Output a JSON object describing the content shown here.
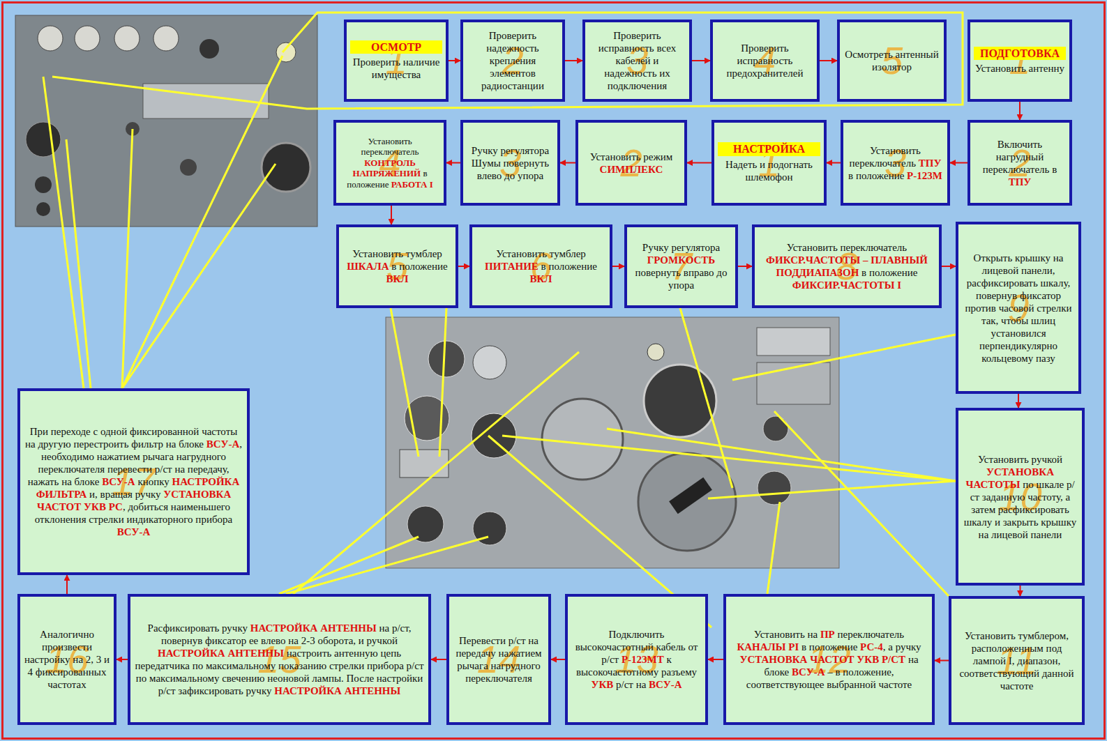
{
  "diagram": {
    "nodes": [
      {
        "text": [
          "ОСМОТР",
          "Проверить наличие имущества",
          "1"
        ]
      },
      {
        "text": [
          "Проверить надежность крепления элементов радиостанции",
          "2"
        ]
      },
      {
        "text": [
          "Проверить исправность всех кабелей и надежность их подключения",
          "3"
        ]
      },
      {
        "text": [
          "Проверить исправность предохранителей",
          "4"
        ]
      },
      {
        "text": [
          "Осмотреть антенный изолятор",
          "5"
        ]
      },
      {
        "text": [
          "ПОДГОТОВКА",
          "Установить антенну",
          "1"
        ]
      },
      {
        "text": [
          "Включить нагрудный переключатель в ТПУ",
          "2"
        ]
      },
      {
        "text": [
          "Установить переключатель ТПУ в положение Р-123М",
          "3"
        ]
      },
      {
        "text": [
          "НАСТРОЙКА",
          "Надеть и подогнать шлемофон",
          "1"
        ]
      },
      {
        "text": [
          "Установить режим СИМПЛЕКС",
          "2"
        ]
      },
      {
        "text": [
          "Ручку регулятора Шумы повернуть влево до упора",
          "3"
        ]
      },
      {
        "text": [
          "Установить переключатель КОНТРОЛЬ НАПРЯЖЕНИЙ в положение РАБОТА I",
          "4"
        ]
      },
      {
        "text": [
          "Установить тумблер ШКАЛА в положение ВКЛ",
          "5"
        ]
      },
      {
        "text": [
          "Установить тумблер ПИТАНИЕ в положение ВКЛ",
          "6"
        ]
      },
      {
        "text": [
          "Ручку регулятора ГРОМКОСТЬ повернуть вправо до упора",
          "7"
        ]
      },
      {
        "text": [
          "Установить переключатель ФИКСР.ЧАСТОТЫ – ПЛАВНЫЙ ПОДДИАПАЗОН в положение ФИКСИР.ЧАСТОТЫ I",
          "8"
        ]
      },
      {
        "text": [
          "Открыть крышку на лицевой панели, расфиксировать шкалу, повернув фиксатор против часовой стрелки так, чтобы шлиц установился перпендикулярно кольцевому пазу",
          "9"
        ]
      },
      {
        "text": [
          "Установить ручкой УСТАНОВКА ЧАСТОТЫ по шкале р/ст заданную частоту, а затем расфиксировать шкалу и закрыть крышку на лицевой панели",
          "10"
        ]
      },
      {
        "text": [
          "Установить тумблером, расположенным под лампой I, диапазон, соответствующий данной частоте",
          "11"
        ]
      },
      {
        "text": [
          "Установить на ПР переключатель КАНАЛЫ РI в положение РС-4, а ручку УСТАНОВКА ЧАСТОТ УКВ Р/СТ на блоке ВСУ-А – в положение, соответствующее выбранной частоте",
          "12"
        ]
      },
      {
        "text": [
          "Подключить высокочастотный кабель от р/ст Р-123МТ к высокочастотному разъему УКВ р/ст на ВСУ-А",
          "13"
        ]
      },
      {
        "text": [
          "Перевести р/ст на передачу нажатием рычага нагрудного переключателя",
          "14"
        ]
      },
      {
        "text": [
          "Расфиксировать ручку НАСТРОЙКА АНТЕННЫ на р/ст, повернув фиксатор ее влево на 2-3 оборота, и ручкой НАСТРОЙКА АНТЕННЫ настроить антенную цепь передатчика по максимальному показанию стрелки прибора р/ст по максимальному свечению неоновой лампы. После настройки р/ст зафиксировать ручку НАСТРОЙКА АНТЕННЫ",
          "15"
        ]
      },
      {
        "text": [
          "Аналогично произвести настройку на 2, 3 и 4 фиксированных частотах",
          "16"
        ]
      },
      {
        "text": [
          "При переходе с одной фиксированной частоты на другую перестроить фильтр на блоке ВСУ-А, необходимо нажатием рычага нагрудного переключателя перевести р/ст на передачу, нажать на блоке ВСУ-А кнопку НАСТРОЙКА ФИЛЬТРА и, вращая ручку УСТАНОВКА ЧАСТОТ УКВ РС, добиться наименьшего отклонения стрелки индикаторного прибора ВСУ-А",
          "17"
        ]
      }
    ],
    "edges": [
      {
        "from": 0,
        "to": 1,
        "arrow": "to"
      },
      {
        "from": 1,
        "to": 2,
        "arrow": "to"
      },
      {
        "from": 2,
        "to": 3,
        "arrow": "to"
      },
      {
        "from": 3,
        "to": 4,
        "arrow": "to"
      },
      {
        "from": 5,
        "to": 6,
        "arrow": "to"
      },
      {
        "from": 6,
        "to": 7,
        "arrow": "to"
      },
      {
        "from": 7,
        "to": 8,
        "arrow": "to"
      },
      {
        "from": 8,
        "to": 9,
        "arrow": "to"
      },
      {
        "from": 9,
        "to": 10,
        "arrow": "to"
      },
      {
        "from": 10,
        "to": 11,
        "arrow": "to"
      },
      {
        "from": 11,
        "to": 12,
        "arrow": "to"
      },
      {
        "from": 12,
        "to": 13,
        "arrow": "to"
      },
      {
        "from": 13,
        "to": 14,
        "arrow": "to"
      },
      {
        "from": 14,
        "to": 15,
        "arrow": "to"
      },
      {
        "from": 15,
        "to": 16,
        "arrow": "to"
      },
      {
        "from": 16,
        "to": 17,
        "arrow": "to"
      },
      {
        "from": 17,
        "to": 18,
        "arrow": "to"
      },
      {
        "from": 18,
        "to": 19,
        "arrow": "to"
      },
      {
        "from": 19,
        "to": 20,
        "arrow": "to"
      },
      {
        "from": 20,
        "to": 21,
        "arrow": "to"
      },
      {
        "from": 21,
        "to": 22,
        "arrow": "to"
      },
      {
        "from": 22,
        "to": 23,
        "arrow": "to"
      },
      {
        "from": 23,
        "to": 24,
        "arrow": "to"
      }
    ]
  }
}
